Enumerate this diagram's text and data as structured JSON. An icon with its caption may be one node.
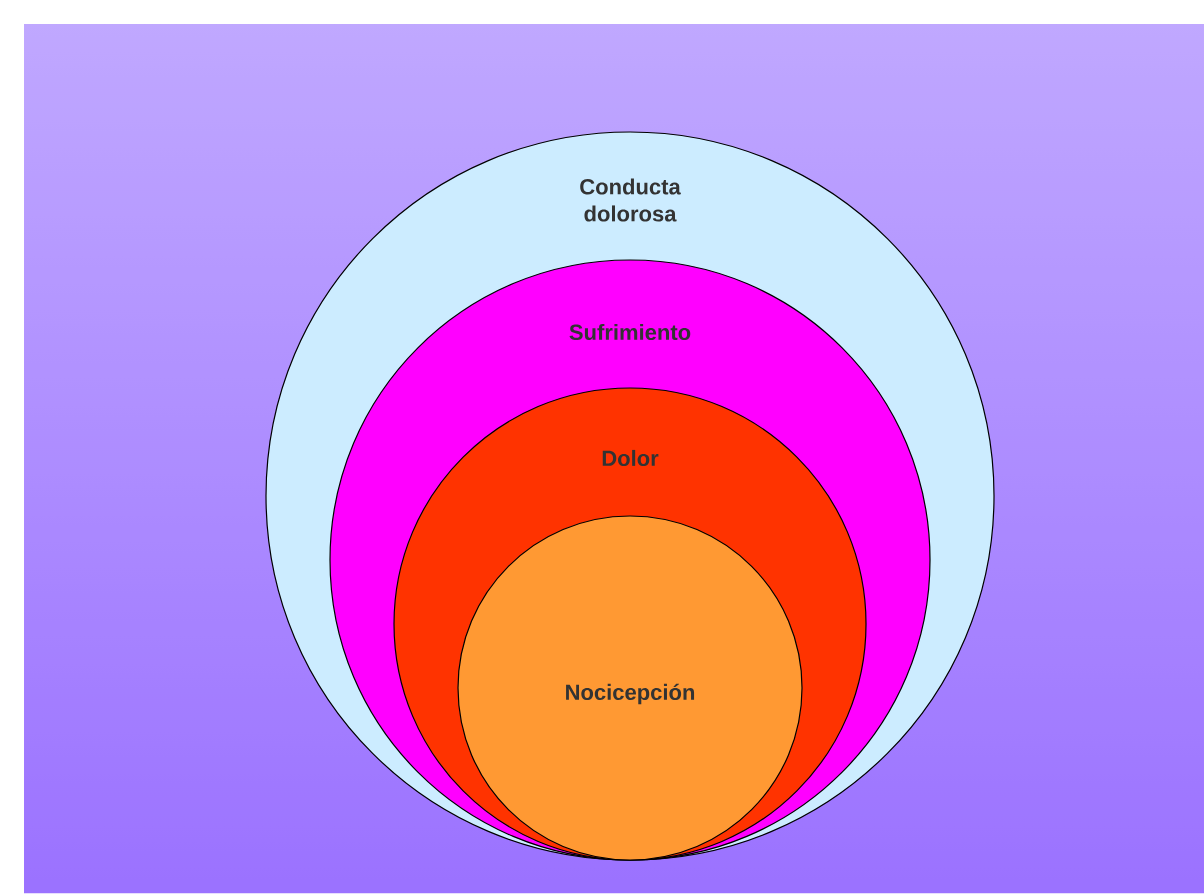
{
  "diagram": {
    "nodes": [
      {
        "text": [
          "Conducta dolorosa"
        ]
      },
      {
        "text": [
          "Sufrimiento"
        ],
        "in": 0
      },
      {
        "text": [
          "Dolor"
        ],
        "in": 1
      },
      {
        "text": [
          "Nocicepción"
        ],
        "in": 2
      }
    ]
  }
}
